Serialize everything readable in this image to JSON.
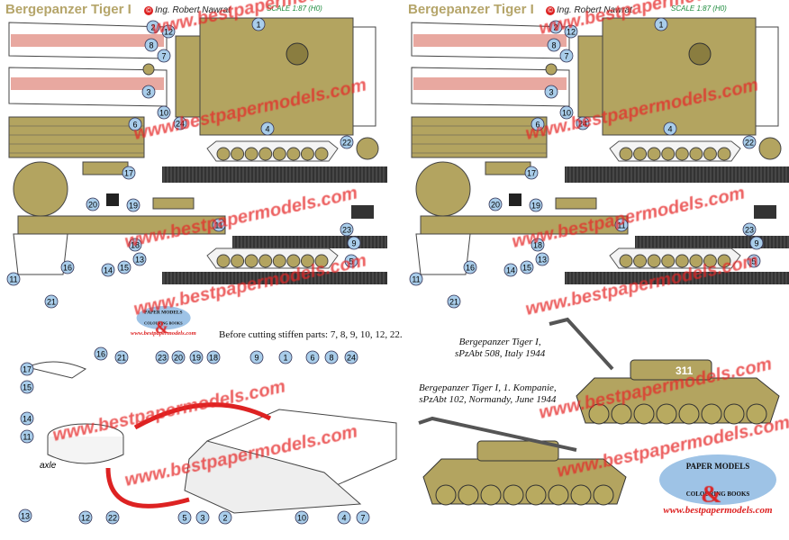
{
  "header": {
    "title": "Bergepanzer Tiger I",
    "author": "Ing. Robert Nawrat",
    "scale": "SCALE 1:87 (H0)",
    "copyright_symbol": "©"
  },
  "part_numbers": [
    "1",
    "2",
    "12",
    "3",
    "4",
    "5",
    "6",
    "7",
    "8",
    "9",
    "10",
    "11",
    "13",
    "14",
    "15",
    "16",
    "17",
    "18",
    "19",
    "20",
    "21",
    "22",
    "23",
    "24"
  ],
  "assembly_numbers": [
    "16",
    "17",
    "21",
    "23",
    "20",
    "19",
    "18",
    "9",
    "1",
    "6",
    "8",
    "24",
    "15",
    "14",
    "11",
    "13",
    "12",
    "22",
    "5",
    "3",
    "2",
    "10",
    "4",
    "7"
  ],
  "assembly": {
    "axle_label": "axle",
    "note": "Before cutting stiffen parts: 7, 8, 9, 10, 12, 22."
  },
  "captions": [
    {
      "line1": "Bergepanzer Tiger I,",
      "line2": "sPzAbt 508, Italy 1944"
    },
    {
      "line1": "Bergepanzer Tiger I, 1. Kompanie,",
      "line2": "sPzAbt 102, Normandy, June 1944"
    }
  ],
  "tank_marking": "311",
  "logo": {
    "line1": "PAPER MODELS",
    "line2": "COLOURING BOOKS",
    "url": "www.bestpapermodels.com"
  },
  "watermark": "www.bestpapermodels.com",
  "colors": {
    "olive": "#b3a460",
    "olive_dark": "#8a7d40",
    "track": "#333333",
    "pink": "#e8a8a0",
    "callout": "#a9cdea",
    "watermark": "#e62828",
    "title": "#b5a56a"
  }
}
